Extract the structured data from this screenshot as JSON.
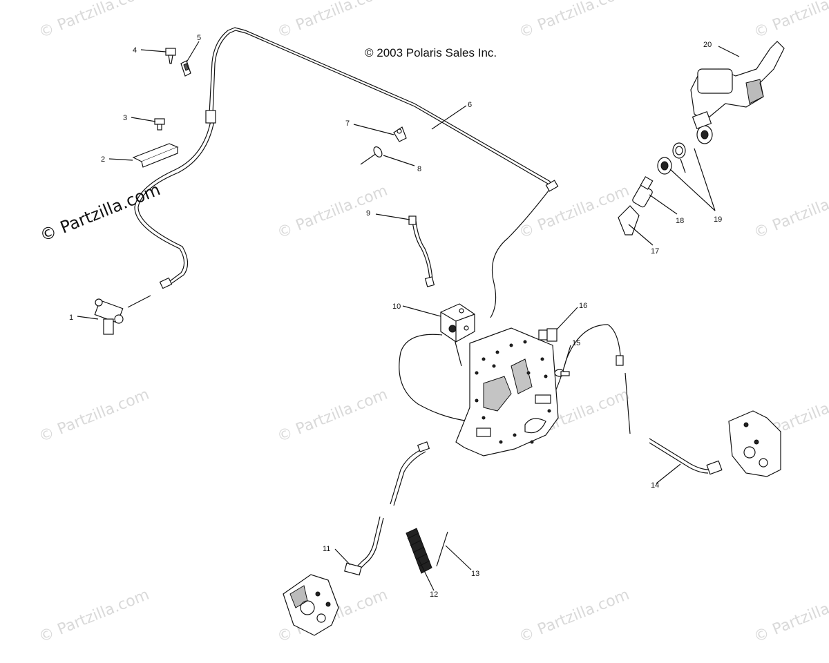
{
  "copyright": "© 2003 Polaris Sales Inc.",
  "watermark": "© Partzilla.com",
  "side_watermark": "© Partzilla.com",
  "callouts": [
    "1",
    "2",
    "3",
    "4",
    "5",
    "6",
    "7",
    "8",
    "9",
    "10",
    "11",
    "12",
    "13",
    "14",
    "15",
    "16",
    "17",
    "18",
    "19",
    "20"
  ]
}
